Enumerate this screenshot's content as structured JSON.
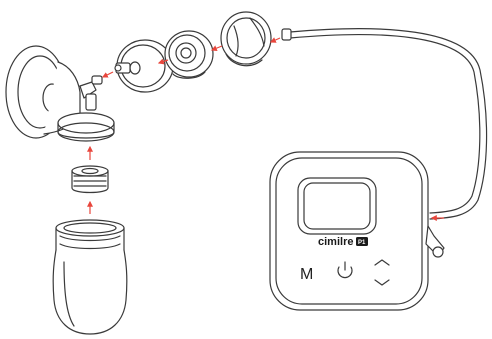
{
  "device": {
    "brand": "cimilre",
    "model": "P1",
    "mode_button_label": "M"
  },
  "colors": {
    "line": "#3a3a3a",
    "arrow": "#e8463c",
    "fill": "#ffffff"
  },
  "icons": [
    "power-icon",
    "chevron-up-icon",
    "chevron-down-icon"
  ]
}
